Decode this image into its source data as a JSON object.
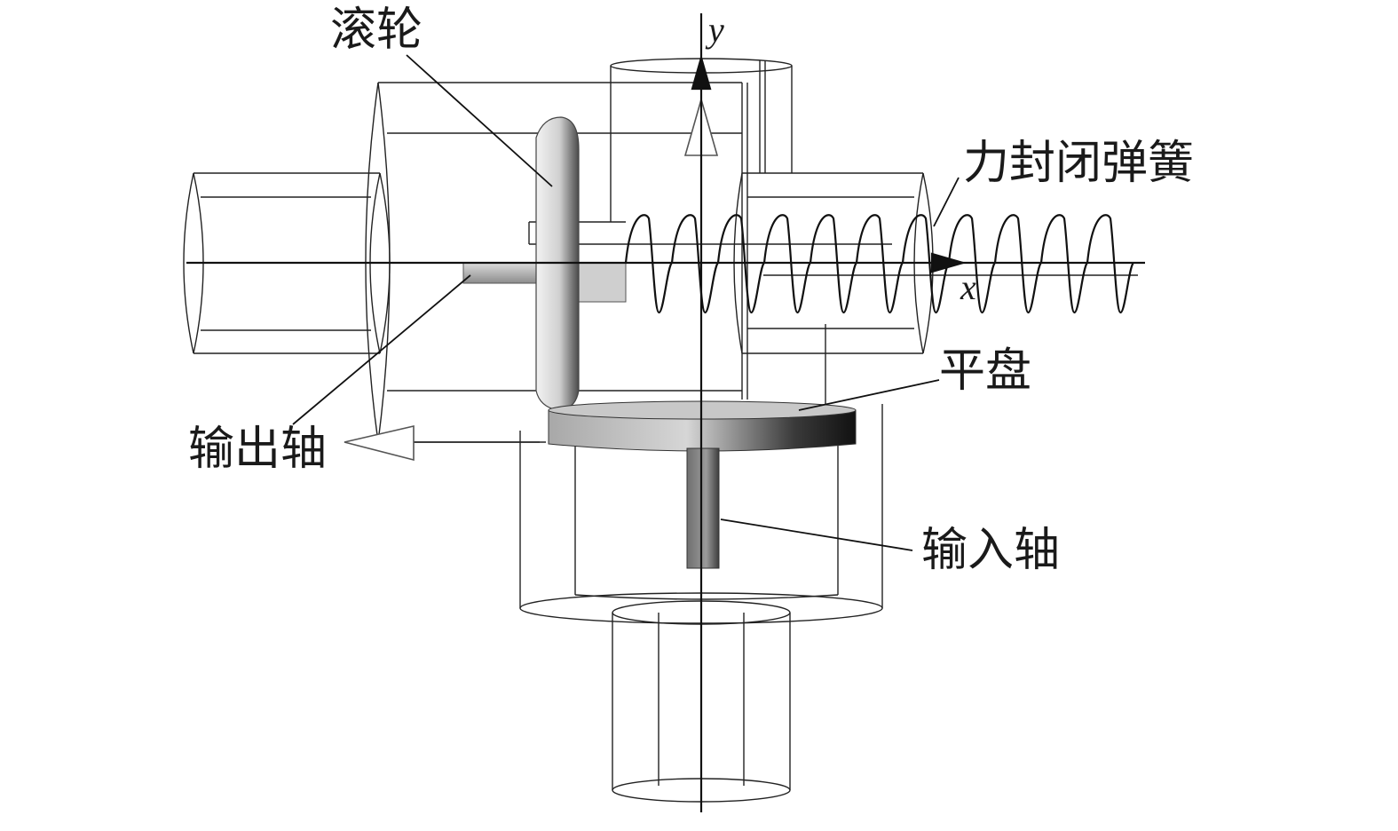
{
  "labels": {
    "roller": "滚轮",
    "spring": "力封闭弹簧",
    "disk": "平盘",
    "output_shaft": "输出轴",
    "input_shaft": "输入轴"
  },
  "axes": {
    "x": "x",
    "y": "y"
  }
}
